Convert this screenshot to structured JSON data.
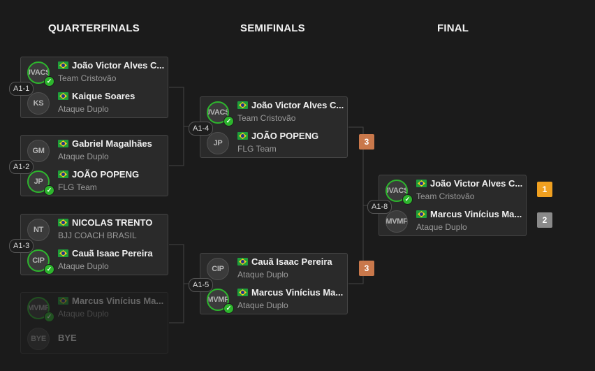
{
  "rounds": {
    "quarterfinals": "QUARTERFINALS",
    "semifinals": "SEMIFINALS",
    "final": "FINAL"
  },
  "colors": {
    "winner_ring": "#2db52d",
    "score_semis": "#c9784b",
    "score_gold": "#f0a020",
    "score_silver": "#8a8a8a"
  },
  "matches": {
    "q1": {
      "label": "A1-1",
      "top": {
        "initials": "JVACS",
        "name": "João Victor Alves C...",
        "team": "Team Cristovão",
        "flag": "brazil-flag-icon",
        "winner": true
      },
      "bottom": {
        "initials": "KS",
        "name": "Kaique Soares",
        "team": "Ataque Duplo",
        "flag": "brazil-flag-icon",
        "winner": false
      }
    },
    "q2": {
      "label": "A1-2",
      "top": {
        "initials": "GM",
        "name": "Gabriel Magalhães",
        "team": "Ataque Duplo",
        "flag": "brazil-flag-icon",
        "winner": false
      },
      "bottom": {
        "initials": "JP",
        "name": "JOÃO POPENG",
        "team": "FLG Team",
        "flag": "brazil-flag-icon",
        "winner": true
      }
    },
    "q3": {
      "label": "A1-3",
      "top": {
        "initials": "NT",
        "name": "NICOLAS TRENTO",
        "team": "BJJ COACH BRASIL",
        "flag": "brazil-flag-icon",
        "winner": false
      },
      "bottom": {
        "initials": "CIP",
        "name": "Cauã Isaac Pereira",
        "team": "Ataque Duplo",
        "flag": "brazil-flag-icon",
        "winner": true
      }
    },
    "q4": {
      "top": {
        "initials": "MVMF",
        "name": "Marcus Vinícius Ma...",
        "team": "Ataque Duplo",
        "flag": "brazil-flag-icon",
        "winner": true
      },
      "bottom": {
        "initials": "BYE",
        "name": "BYE"
      }
    },
    "s1": {
      "label": "A1-4",
      "score": "3",
      "top": {
        "initials": "JVACS",
        "name": "João Victor Alves C...",
        "team": "Team Cristovão",
        "flag": "brazil-flag-icon",
        "winner": true
      },
      "bottom": {
        "initials": "JP",
        "name": "JOÃO POPENG",
        "team": "FLG Team",
        "flag": "brazil-flag-icon",
        "winner": false
      }
    },
    "s2": {
      "label": "A1-5",
      "score": "3",
      "top": {
        "initials": "CIP",
        "name": "Cauã Isaac Pereira",
        "team": "Ataque Duplo",
        "flag": "brazil-flag-icon",
        "winner": false
      },
      "bottom": {
        "initials": "MVMF",
        "name": "Marcus Vinícius Ma...",
        "team": "Ataque Duplo",
        "flag": "brazil-flag-icon",
        "winner": true
      }
    },
    "f": {
      "label": "A1-8",
      "top": {
        "initials": "JVACS",
        "name": "João Victor Alves C...",
        "team": "Team Cristovão",
        "flag": "brazil-flag-icon",
        "winner": true,
        "place": "1"
      },
      "bottom": {
        "initials": "MVMF",
        "name": "Marcus Vinícius Ma...",
        "team": "Ataque Duplo",
        "flag": "brazil-flag-icon",
        "winner": false,
        "place": "2"
      }
    }
  }
}
